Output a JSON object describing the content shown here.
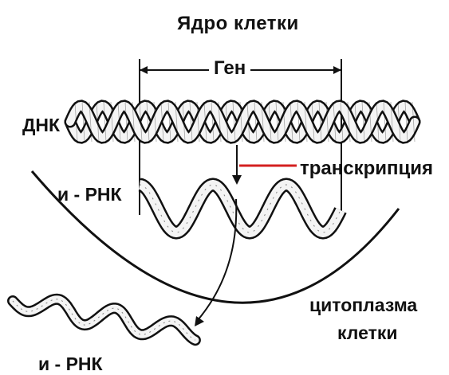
{
  "title": "Ядро клетки",
  "labels": {
    "gene": "Ген",
    "dna": "ДНК",
    "mrna_nucleus": "и - РНК",
    "transcription": "транскрипция",
    "cytoplasm_line1": "цитоплазма",
    "cytoplasm_line2": "клетки",
    "mrna_cytoplasm": "и - РНК"
  },
  "colors": {
    "ink": "#111111",
    "transcription": "#d42020",
    "ribbon_fill": "#f4f4f4"
  }
}
